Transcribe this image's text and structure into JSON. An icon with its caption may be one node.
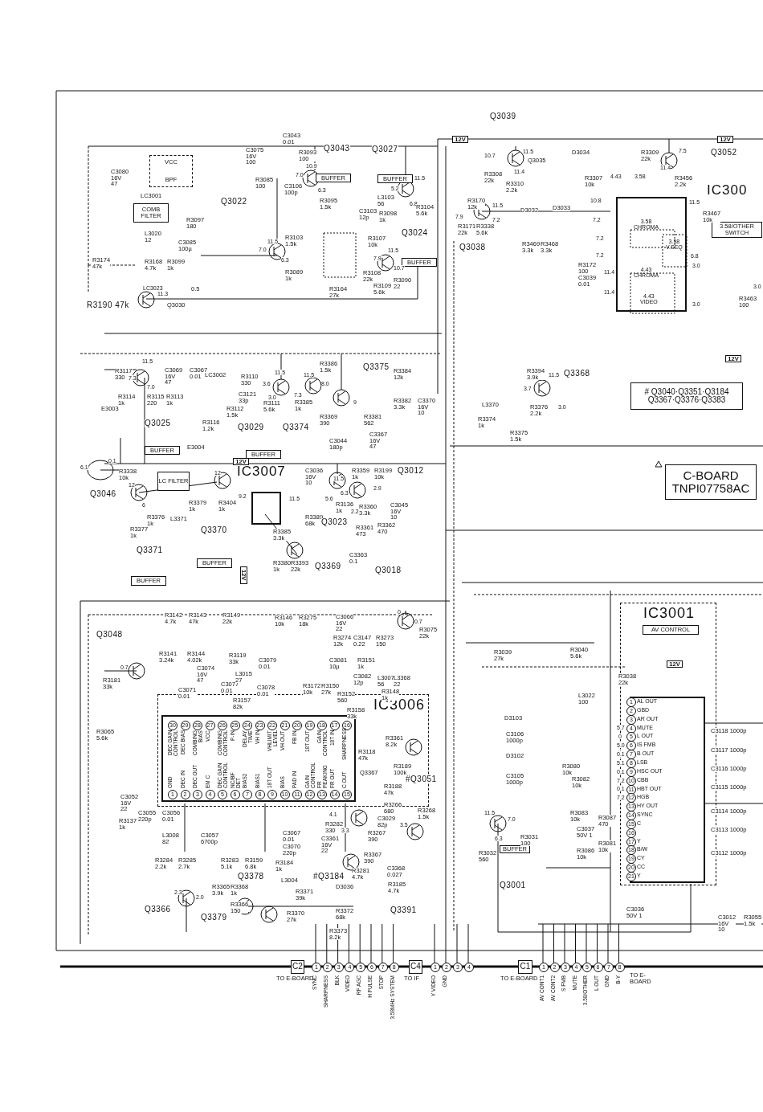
{
  "diagram": {
    "nodes": [
      {
        "text": [
          "COMB FILTER"
        ]
      },
      {
        "text": [
          "VCC",
          "BPF"
        ]
      },
      {
        "text": [
          "BUFFER"
        ]
      },
      {
        "text": [
          "BUFFER"
        ]
      },
      {
        "text": [
          "BUFFER"
        ]
      },
      {
        "text": [
          "BUFFER"
        ]
      },
      {
        "text": [
          "BUFFER"
        ]
      },
      {
        "text": [
          "LC FILTER"
        ]
      },
      {
        "text": [
          "IC3007"
        ]
      },
      {
        "text": [
          "BUFFER"
        ]
      },
      {
        "text": [
          "BUFFER"
        ]
      },
      {
        "text": [
          "3.58 CHROMA",
          "4.43 CHROMA",
          "3.58 V.SEQ",
          "4.43 VIDEO"
        ]
      },
      {
        "text": [
          "3.58/OTHER SWITCH"
        ]
      },
      {
        "text": [
          "# Q3040·Q3351·Q3184 Q3367·Q3376·Q3383"
        ]
      },
      {
        "text": [
          "C-BOARD TNPI07758AC"
        ]
      },
      {
        "text": [
          "IC3006"
        ]
      },
      {
        "text": [
          "IC3001"
        ]
      },
      {
        "text": [
          "AV CONTROL"
        ],
        "in": 16
      },
      {
        "text": [
          "C2"
        ],
        "beside": [
          "TO E-BOARD"
        ]
      },
      {
        "text": [
          "C4"
        ],
        "beside": [
          "TO IF"
        ]
      },
      {
        "text": [
          "C1"
        ],
        "beside": [
          "TO E-BOARD"
        ]
      },
      {
        "text": [
          "12V"
        ]
      },
      {
        "text": [
          "12V"
        ]
      },
      {
        "text": [
          "12V"
        ]
      },
      {
        "text": [
          "12V"
        ]
      },
      {
        "text": [
          "12V"
        ],
        "in": 16
      },
      {
        "text": [
          "12V"
        ]
      },
      {
        "text": [
          "BUFFER"
        ]
      }
    ],
    "labels": [
      "C3043 0.01",
      "C3075 16V 100",
      "R3093 100",
      "Q3043",
      "Q3027",
      "10.9",
      "7.0",
      "6.3",
      "11.5",
      "5.2",
      "6.8",
      "C3080 16V 47",
      "LC3001",
      "R3085 100",
      "C3106 100p",
      "R3095 1.5k",
      "L3103 56",
      "C3103 12p",
      "R3098 1k",
      "R3104 5.6k",
      "Q3022",
      "R3097 180",
      "L3020 12",
      "C3085 100µ",
      "R3103 1.5k",
      "R3107 10k",
      "Q3024",
      "11.5",
      "7.0",
      "6.3",
      "11.5",
      "7.9",
      "10.7",
      "R3174 47k",
      "R3168 4.7k",
      "R3099 1k",
      "R3089 1k",
      "R3108 22k",
      "R3109 5.6k",
      "R3090 22",
      "LC3023",
      "11.3",
      "0.5",
      "R3164 27k",
      "R3190 47k",
      "Q3030",
      "11.5",
      "R3117 330",
      "7.3",
      "7.0",
      "C3069 16V 47",
      "C3067 0.01",
      "LC3002",
      "R3110 330",
      "11.5",
      "3.6",
      "3.0",
      "7.3",
      "11.5",
      "8.0",
      "R3386 1.5k",
      "Q3375",
      "R3384 12k",
      "R3114 1k",
      "R3115 220",
      "R3113 1k",
      "C3121 33p",
      "R3112 1.5k",
      "R3111 5.6k",
      "R3385 1k",
      "R3382 3.3k",
      "C3370 16V 10",
      "9",
      "R3369 390",
      "R3381 562",
      "E3003",
      "Q3025",
      "R3116 1.2k",
      "Q3029",
      "Q3374",
      "C3367 16V 47",
      "E3004",
      "C3044 180p",
      "0.1",
      "6.1",
      "R3338 10k",
      "Q3046",
      "12",
      "12",
      "R3379 1k",
      "R3376 1k",
      "L3371",
      "R3404 1k",
      "9.2",
      "R3377 1k",
      "6",
      "C3036 16V 10",
      "R3359 1k",
      "R3199 10k",
      "Q3012",
      "11.5",
      "5.6",
      "6.3",
      "2.9",
      "R3136 1k",
      "2.2",
      "R3360 3.3k",
      "C3045 16V 10",
      "11.5",
      "R3389 68k",
      "Q3023",
      "R3361 473",
      "R3362 470",
      "R3385 3.3k",
      "C3363 0.1",
      "R3380 1k",
      "R3393 22k",
      "Q3369",
      "Q3018",
      "Q3370",
      "Q3371",
      "Q3039",
      "10.7",
      "11.5",
      "11.4",
      "Q3035",
      "R3308 22k",
      "R3310 2.2k",
      "R3170 12k",
      "7.9",
      "11.5",
      "7.2",
      "R3171 22k",
      "R3338 5.6k",
      "Q3038",
      "D3032",
      "D3033",
      "D3034",
      "R3309 22k",
      "7.5",
      "11.4",
      "R3307 10k",
      "4.43",
      "3.58",
      "R3456 2.2k",
      "Q3052",
      "IC300",
      "R3467 10k",
      "10.8",
      "7.2",
      "7.2",
      "7.2",
      "11.4",
      "11.4",
      "11.5",
      "6.8",
      "3.0",
      "3.0",
      "R3469 3.3k",
      "R3468 3.3k",
      "R3172 100",
      "C3039 0.01",
      "3.0",
      "R3463 100",
      "R3394 3.9k",
      "11.5",
      "Q3368",
      "3.7",
      "L3370",
      "R3374 1k",
      "R3376 2.2k",
      "3.0",
      "R3375 1.5k",
      "R3142 4.7k",
      "R3143 47k",
      "R3149 22k",
      "R3146 10k",
      "R3275 18k",
      "C3066 16V 22",
      "0",
      "0.7",
      "Q3048",
      "R3274 12k",
      "C3147 0.22",
      "R3273 150",
      "R3075 22k",
      "R3141 3.24k",
      "R3144 4.02k",
      "R3119 33k",
      "0.7",
      "R3181 33k",
      "C3074 16V 47",
      "C3071 0.01",
      "C3077 0.01",
      "L3015 27",
      "C3079 0.01",
      "C3078 0.01",
      "R3157 82k",
      "R3172 10k",
      "C3081 10µ",
      "R3151 1k",
      "R3150 27k",
      "C3082 12p",
      "R3152 560",
      "L3007 56",
      "L3368 22",
      "R3148 1k",
      "R3158 33k",
      "R3065 5.6k",
      "C3052 16V 22",
      "R3137 1k",
      "C3055 220p",
      "C3056 0.01",
      "L3008 82",
      "C3057 6700p",
      "R3284 2.2k",
      "R3285 2.7k",
      "R3283 5.1k",
      "R3159 6.8k",
      "R3184 1k",
      "C3067 0.01",
      "C3070 220p",
      "Q3378",
      "L3004",
      "#Q3184",
      "R3371 39k",
      "R3365 3.9k",
      "R3368 1k",
      "R3366 150",
      "2.3",
      "2.0",
      "R3370 27k",
      "Q3366",
      "Q3379",
      "R3372 68k",
      "R3373 8.2k",
      "Q3391",
      "R3282 330",
      "C3361 16V 22",
      "4.1",
      "3.3",
      "R3267 390",
      "C3029 82p",
      "R3268 1.5k",
      "3.5",
      "R3367 390",
      "C3368 0.027",
      "R3185 4.7k",
      "R3281 4.7k",
      "D3036",
      "R3189 100k",
      "R3188 47k",
      "R3361 8.2k",
      "#Q3051",
      "R3266 680",
      "R3118 47k",
      "Q3367",
      "R3039 27k",
      "R3040 5.6k",
      "R3038 22k",
      "L3022 100",
      "D3103",
      "C3106 1000p",
      "D3102",
      "C3105 1000p",
      "R3080 10k",
      "R3082 10k",
      "R3083 10k",
      "R3087 470",
      "C3037 50V 1",
      "R3081 10k",
      "R3086 10k",
      "11.5",
      "7.0",
      "6.3",
      "R3031 100",
      "R3032 560",
      "Q3001",
      "C3036 50V 1",
      "C3012 16V 10",
      "R3055 1.5k",
      "C3118 1000p",
      "C3117 1000p",
      "C3116 1000p",
      "C3115 1000p",
      "C3114 1000p",
      "C3113 1000p",
      "C3112 1000p",
      "5.7",
      "0",
      "5.0",
      "0.1",
      "5.1",
      "0.1",
      "7.2",
      "0.1",
      "7.2",
      "TO E-BOARD",
      "30",
      "29",
      "28",
      "27",
      "26",
      "25",
      "24",
      "23",
      "22",
      "21",
      "20",
      "19",
      "18",
      "17",
      "16",
      "DEC GAIN CONTROL",
      "DEC BIAS",
      "COMBING BIAS",
      "VCC",
      "COMBING CONTROL",
      "P-IN",
      "DELAY TIME",
      "VH IN",
      "VHLIMIT LEVEL",
      "VH OUT",
      "FB IN",
      "18T OUT",
      "GAIN CONTROL",
      "18T IN",
      "SHARPNESS",
      "GND",
      "DEC IN",
      "DEC OUT",
      "EM C",
      "DEC GAIN CONTROL",
      "NC/BF DET",
      "BIAS2",
      "BIAS1",
      "18T OUT",
      "BIAS",
      "PAD IN",
      "GAIN CONTROL",
      "FR PEAKING",
      "FR OUT",
      "C OUT",
      "1",
      "2",
      "3",
      "4",
      "5",
      "6",
      "7",
      "8",
      "9",
      "10",
      "11",
      "12",
      "13",
      "14",
      "15",
      "1",
      "2",
      "3",
      "4",
      "5",
      "6",
      "7",
      "8",
      "9",
      "10",
      "11",
      "12",
      "13",
      "14",
      "15",
      "16",
      "17",
      "18",
      "19",
      "20",
      "21",
      "AL OUT",
      "GBD",
      "AR OUT",
      "MUTE",
      "L OUT",
      "IS FMB",
      "B OUT",
      "LSB",
      "HSC OUT",
      "CBB",
      "HBT OUT",
      "HGB",
      "HY OUT",
      "SYNC",
      "C",
      "Y",
      "B/W",
      "CY",
      "CC",
      "Y",
      "1",
      "2",
      "3",
      "4",
      "5",
      "6",
      "7",
      "8",
      "1",
      "2",
      "3",
      "4",
      "1",
      "2",
      "3",
      "4",
      "5",
      "6",
      "7",
      "8",
      "SYNC",
      "SHARPNESS",
      "BLK",
      "VIDEO",
      "RF AGC",
      "H PULSE",
      "STOP",
      "3.58MHz SYSTEM",
      "Y VIDEO",
      "GND",
      "AV CONT1",
      "AV CONT2",
      "S FMB",
      "MUTE",
      "3.58/OTHER",
      "L OUT",
      "GND",
      "B-Y"
    ]
  }
}
